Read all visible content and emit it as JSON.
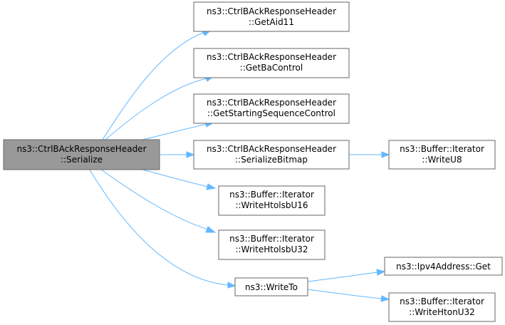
{
  "nodes": {
    "serialize": {
      "line1": "ns3::CtrlBAckResponseHeader",
      "line2": "::Serialize"
    },
    "getaid11": {
      "line1": "ns3::CtrlBAckResponseHeader",
      "line2": "::GetAid11"
    },
    "getbacontrol": {
      "line1": "ns3::CtrlBAckResponseHeader",
      "line2": "::GetBaControl"
    },
    "getstartingseq": {
      "line1": "ns3::CtrlBAckResponseHeader",
      "line2": "::GetStartingSequenceControl"
    },
    "serializebitmap": {
      "line1": "ns3::CtrlBAckResponseHeader",
      "line2": "::SerializeBitmap"
    },
    "writeu8": {
      "line1": "ns3::Buffer::Iterator",
      "line2": "::WriteU8"
    },
    "writehtolsbu16": {
      "line1": "ns3::Buffer::Iterator",
      "line2": "::WriteHtolsbU16"
    },
    "writehtolsbu32": {
      "line1": "ns3::Buffer::Iterator",
      "line2": "::WriteHtolsbU32"
    },
    "writeto": {
      "line1": "ns3::WriteTo"
    },
    "ipv4get": {
      "line1": "ns3::Ipv4Address::Get"
    },
    "writehtonu32": {
      "line1": "ns3::Buffer::Iterator",
      "line2": "::WriteHtonU32"
    }
  },
  "edges": [
    {
      "from": "serialize",
      "to": "getaid11"
    },
    {
      "from": "serialize",
      "to": "getbacontrol"
    },
    {
      "from": "serialize",
      "to": "getstartingseq"
    },
    {
      "from": "serialize",
      "to": "serializebitmap"
    },
    {
      "from": "serialize",
      "to": "writehtolsbu16"
    },
    {
      "from": "serialize",
      "to": "writehtolsbu32"
    },
    {
      "from": "serialize",
      "to": "writeto"
    },
    {
      "from": "serializebitmap",
      "to": "writeu8"
    },
    {
      "from": "writeto",
      "to": "ipv4get"
    },
    {
      "from": "writeto",
      "to": "writehtonu32"
    }
  ],
  "colors": {
    "edge": "#63b8ff",
    "root_fill": "#999999",
    "node_border": "#666666"
  }
}
